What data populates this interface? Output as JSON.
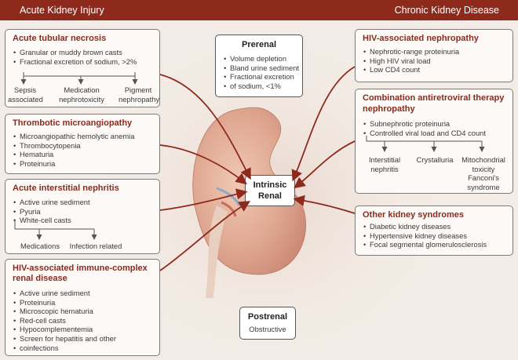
{
  "headers": {
    "left": "Acute Kidney Injury",
    "right": "Chronic Kidney Disease"
  },
  "atn": {
    "title": "Acute tubular necrosis",
    "items": [
      "Granular or muddy brown casts",
      "Fractional excretion of sodium, >2%"
    ],
    "causes": [
      "Sepsis associated",
      "Medication nephrotoxicity",
      "Pigment nephropathy"
    ]
  },
  "tma": {
    "title": "Thrombotic microangiopathy",
    "items": [
      "Microangiopathic hemolytic anemia",
      "Thrombocytopenia",
      "Hematuria",
      "Proteinuria"
    ]
  },
  "ain": {
    "title": "Acute interstitial nephritis",
    "items": [
      "Active urine sediment",
      "Pyuria",
      "White-cell casts"
    ],
    "causes": [
      "Medications",
      "Infection related"
    ]
  },
  "hivicd": {
    "title_lines": [
      "HIV-associated immune-complex",
      "renal disease"
    ],
    "items": [
      "Active urine sediment",
      "Proteinuria",
      "Microscopic hematuria",
      "Red-cell casts",
      "Hypocomplementemia",
      "Screen for hepatitis and other"
    ],
    "items_cont": "coinfections"
  },
  "prerenal": {
    "title": "Prerenal",
    "items": [
      "Volume depletion",
      "Bland urine sediment",
      "Fractional excretion"
    ],
    "items_cont": "of sodium, <1%"
  },
  "intrinsic": {
    "lines": [
      "Intrinsic",
      "Renal"
    ]
  },
  "postrenal": {
    "title": "Postrenal",
    "item": "Obstructive"
  },
  "hivan": {
    "title": "HIV-associated nephropathy",
    "items": [
      "Nephrotic-range proteinuria",
      "High HIV viral load",
      "Low CD4 count"
    ]
  },
  "art": {
    "title_lines": [
      "Combination antiretroviral therapy",
      "nephropathy"
    ],
    "items": [
      "Subnephrotic proteinuria",
      "Controlled viral load and CD4 count"
    ],
    "causes": [
      "Interstitial nephritis",
      "Crystalluria",
      "Mitochondrial toxicity Fanconi's syndrome"
    ]
  },
  "other": {
    "title": "Other kidney syndromes",
    "items": [
      "Diabetic kidney diseases",
      "Hypertensive kidney diseases",
      "Focal segmental glomerulosclerosis"
    ]
  }
}
